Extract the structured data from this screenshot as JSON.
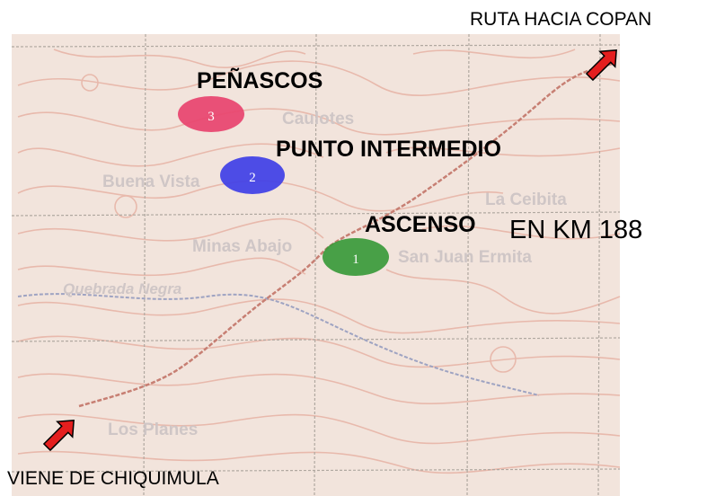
{
  "map": {
    "colors": {
      "paper": "#f2e4dc",
      "contour": "#e8b9ac",
      "grid": "#b0a8a0",
      "road": "#c77f73",
      "river": "#9ea3c2",
      "maptext": "#cfc6c6"
    },
    "place_names": [
      {
        "id": "caulotes",
        "text": "Caulotes"
      },
      {
        "id": "buena-vista",
        "text": "Buena Vista"
      },
      {
        "id": "la-ceibita",
        "text": "La Ceibita"
      },
      {
        "id": "minas-abajo",
        "text": "Minas Abajo"
      },
      {
        "id": "san-juan-ermita",
        "text": "San Juan Ermita"
      },
      {
        "id": "quebrada-negra",
        "text": "Quebrada   Negra"
      },
      {
        "id": "los-planes",
        "text": "Los Planes"
      }
    ]
  },
  "route": {
    "to": "RUTA HACIA COPAN",
    "from": "VIENE DE CHIQUIMULA"
  },
  "markers": [
    {
      "id": "penascos",
      "number": "3",
      "label": "PEÑASCOS",
      "color": "#e8436e"
    },
    {
      "id": "punto-intermedio",
      "number": "2",
      "label": "PUNTO INTERMEDIO",
      "color": "#3f3fe6"
    },
    {
      "id": "ascenso",
      "number": "1",
      "label": "ASCENSO",
      "color": "#3a9a3a"
    }
  ],
  "km_label": "EN KM 188",
  "arrow_color": "#e41e1e"
}
